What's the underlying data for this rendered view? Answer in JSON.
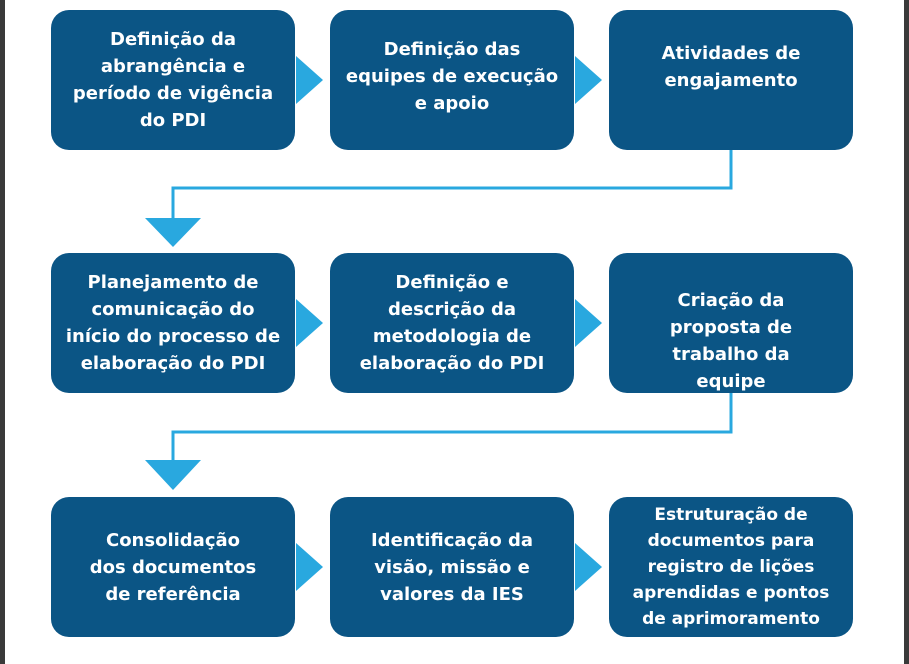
{
  "diagram": {
    "colors": {
      "box": "#0b5585",
      "arrow": "#29a8df",
      "text": "#ffffff"
    },
    "rows": [
      {
        "steps": [
          {
            "label": "Definição da abrangência e período de vigência do PDI"
          },
          {
            "label": "Definição das equipes de execução e apoio"
          },
          {
            "label": "Atividades de engajamento"
          }
        ]
      },
      {
        "steps": [
          {
            "label": "Planejamento de comunicação do início do processo de elaboração do PDI"
          },
          {
            "label": "Definição e descrição da metodologia de elaboração do PDI"
          },
          {
            "label": "Criação da proposta de trabalho da equipe"
          }
        ]
      },
      {
        "steps": [
          {
            "label": "Consolidação dos documentos de referência"
          },
          {
            "label": "Identificação da visão, missão e valores da IES"
          },
          {
            "label": "Estruturação de documentos para registro de lições aprendidas e pontos de aprimoramento"
          }
        ]
      }
    ]
  }
}
